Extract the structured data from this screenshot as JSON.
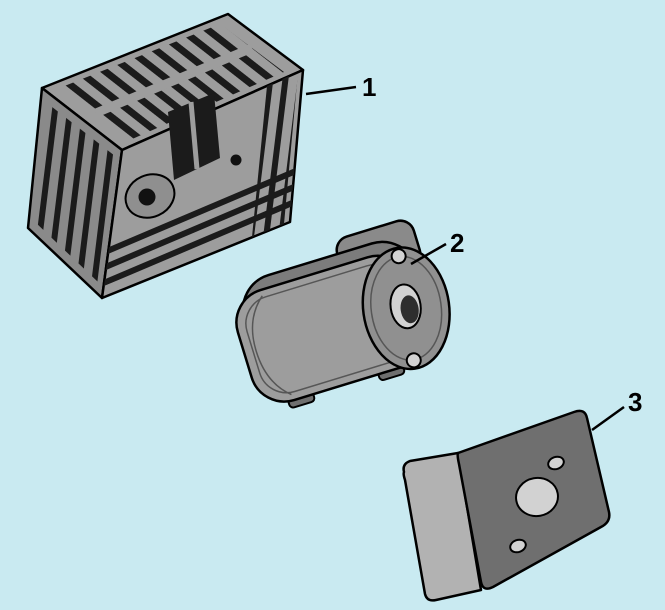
{
  "page": {
    "background_color": "#c9eaf1"
  },
  "diagram": {
    "callouts": [
      {
        "label": "1"
      },
      {
        "label": "2"
      },
      {
        "label": "3"
      }
    ],
    "colors": {
      "outline": "#000000",
      "metal_light": "#b2b2b2",
      "metal_mid": "#9d9d9d",
      "metal_shadow": "#8a8a8a",
      "metal_dark": "#6f6f6f",
      "slot": "#1b1b1b",
      "hole_light": "#d2d2d2"
    }
  }
}
